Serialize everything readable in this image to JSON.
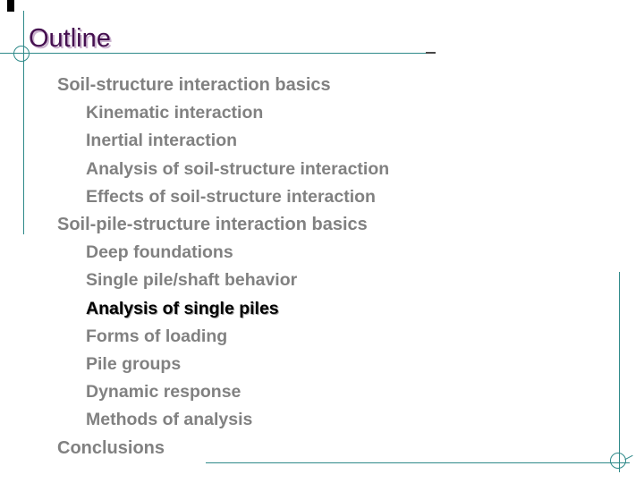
{
  "title": "Outline",
  "outline": {
    "items": [
      {
        "level": 1,
        "text": "Soil-structure interaction basics",
        "emphasis": false
      },
      {
        "level": 2,
        "text": "Kinematic interaction",
        "emphasis": false
      },
      {
        "level": 2,
        "text": "Inertial interaction",
        "emphasis": false
      },
      {
        "level": 2,
        "text": "Analysis of soil-structure interaction",
        "emphasis": false
      },
      {
        "level": 2,
        "text": "Effects of soil-structure interaction",
        "emphasis": false
      },
      {
        "level": 1,
        "text": "Soil-pile-structure interaction basics",
        "emphasis": false
      },
      {
        "level": 2,
        "text": "Deep foundations",
        "emphasis": false
      },
      {
        "level": 2,
        "text": "Single pile/shaft behavior",
        "emphasis": false
      },
      {
        "level": 2,
        "text": "Analysis of single piles",
        "emphasis": true
      },
      {
        "level": 2,
        "text": "Forms of loading",
        "emphasis": false
      },
      {
        "level": 2,
        "text": "Pile groups",
        "emphasis": false
      },
      {
        "level": 2,
        "text": "Dynamic response",
        "emphasis": false
      },
      {
        "level": 2,
        "text": "Methods of analysis",
        "emphasis": false
      },
      {
        "level": 1,
        "text": "Conclusions",
        "emphasis": false
      }
    ]
  },
  "colors": {
    "accent_teal": "#2e8989",
    "title_purple": "#451050",
    "title_shadow": "#cbb3cf",
    "body_gray": "#818181",
    "emphasis_black": "#000000"
  }
}
